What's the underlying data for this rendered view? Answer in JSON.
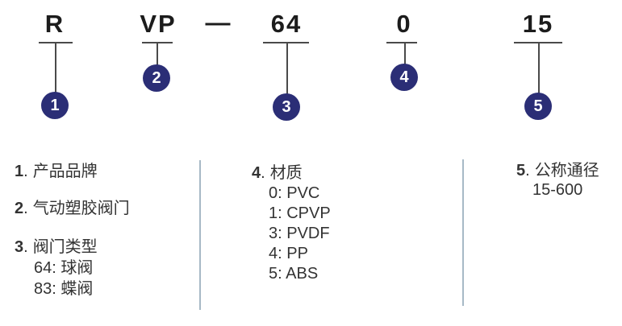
{
  "code": {
    "segments": [
      {
        "text": "R"
      },
      {
        "text": "VP"
      },
      {
        "text": "—"
      },
      {
        "text": "64"
      },
      {
        "text": "0"
      },
      {
        "text": "15"
      }
    ]
  },
  "badges": [
    "1",
    "2",
    "3",
    "4",
    "5"
  ],
  "legend": {
    "dot": ".",
    "columns": [
      {
        "items": [
          {
            "num": "1",
            "label": "产品品牌",
            "subs": []
          },
          {
            "num": "2",
            "label": "气动塑胶阀门",
            "subs": []
          },
          {
            "num": "3",
            "label": "阀门类型",
            "subs": [
              "64: 球阀",
              "83: 蝶阀"
            ]
          }
        ]
      },
      {
        "items": [
          {
            "num": "4",
            "label": "材质",
            "subs": [
              "0: PVC",
              "1: CPVP",
              "3: PVDF",
              "4: PP",
              "5: ABS"
            ]
          }
        ]
      },
      {
        "items": [
          {
            "num": "5",
            "label": "公称通径",
            "subs": [
              "15-600"
            ]
          }
        ]
      }
    ]
  },
  "colors": {
    "badge": "#2b2e76",
    "divider": "#a7b9c6",
    "connector": "#4a4a4a",
    "text": "#333333"
  }
}
